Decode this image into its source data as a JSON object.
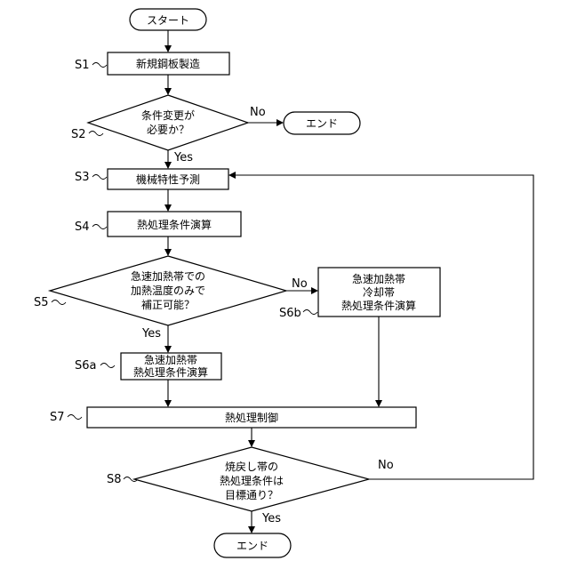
{
  "start": "スタート",
  "end": "エンド",
  "steps": {
    "s1": {
      "label": "S1",
      "text": "新規鋼板製造"
    },
    "s2": {
      "label": "S2",
      "lines": [
        "条件変更が",
        "必要か？"
      ]
    },
    "s3": {
      "label": "S3",
      "text": "機械特性予測"
    },
    "s4": {
      "label": "S4",
      "text": "熱処理条件演算"
    },
    "s5": {
      "label": "S5",
      "lines": [
        "急速加熱帯での",
        "加熱温度のみで",
        "補正可能？"
      ]
    },
    "s6a": {
      "label": "S6a",
      "lines": [
        "急速加熱帯",
        "熱処理条件演算"
      ]
    },
    "s6b": {
      "label": "S6b",
      "lines": [
        "急速加熱帯",
        "冷却帯",
        "熱処理条件演算"
      ]
    },
    "s7": {
      "label": "S7",
      "text": "熱処理制御"
    },
    "s8": {
      "label": "S8",
      "lines": [
        "焼戻し帯の",
        "熱処理条件は",
        "目標通り？"
      ]
    }
  },
  "branches": {
    "s2_no": "No",
    "s2_yes": "Yes",
    "s5_no": "No",
    "s5_yes": "Yes",
    "s8_no": "No",
    "s8_yes": "Yes"
  }
}
